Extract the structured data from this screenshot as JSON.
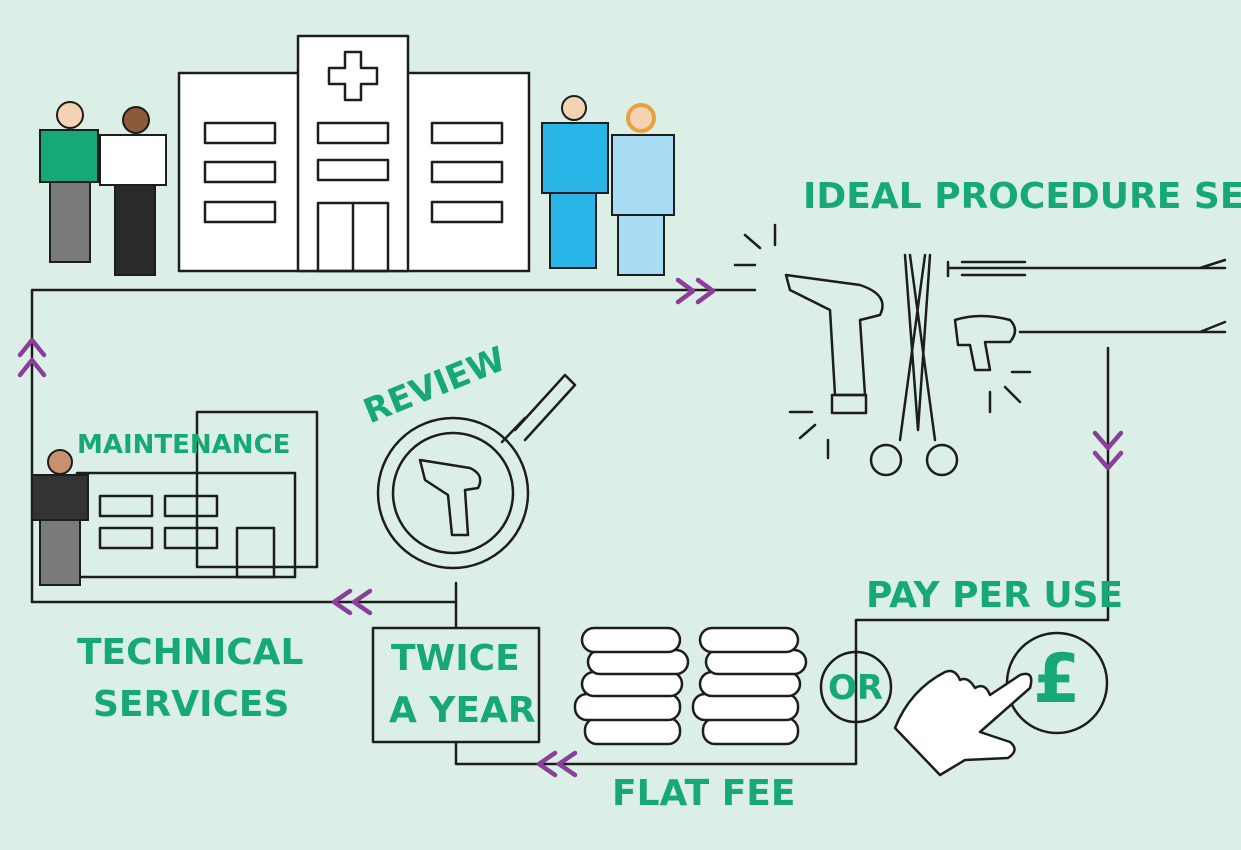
{
  "labels": {
    "ideal_procedure_set": "IDEAL PROCEDURE SET",
    "pay_per_use": "PAY PER USE",
    "or": "OR",
    "pound": "£",
    "flat_fee": "FLAT FEE",
    "twice_a_year_1": "TWICE",
    "twice_a_year_2": "A YEAR",
    "review": "REVIEW",
    "maintenance": "MAINTENANCE",
    "technical_services_1": "TECHNICAL",
    "technical_services_2": "SERVICES"
  },
  "colors": {
    "background": "#dcefe6",
    "accent": "#17a877",
    "arrow": "#8a3f9a",
    "line": "#1d1d1b"
  }
}
